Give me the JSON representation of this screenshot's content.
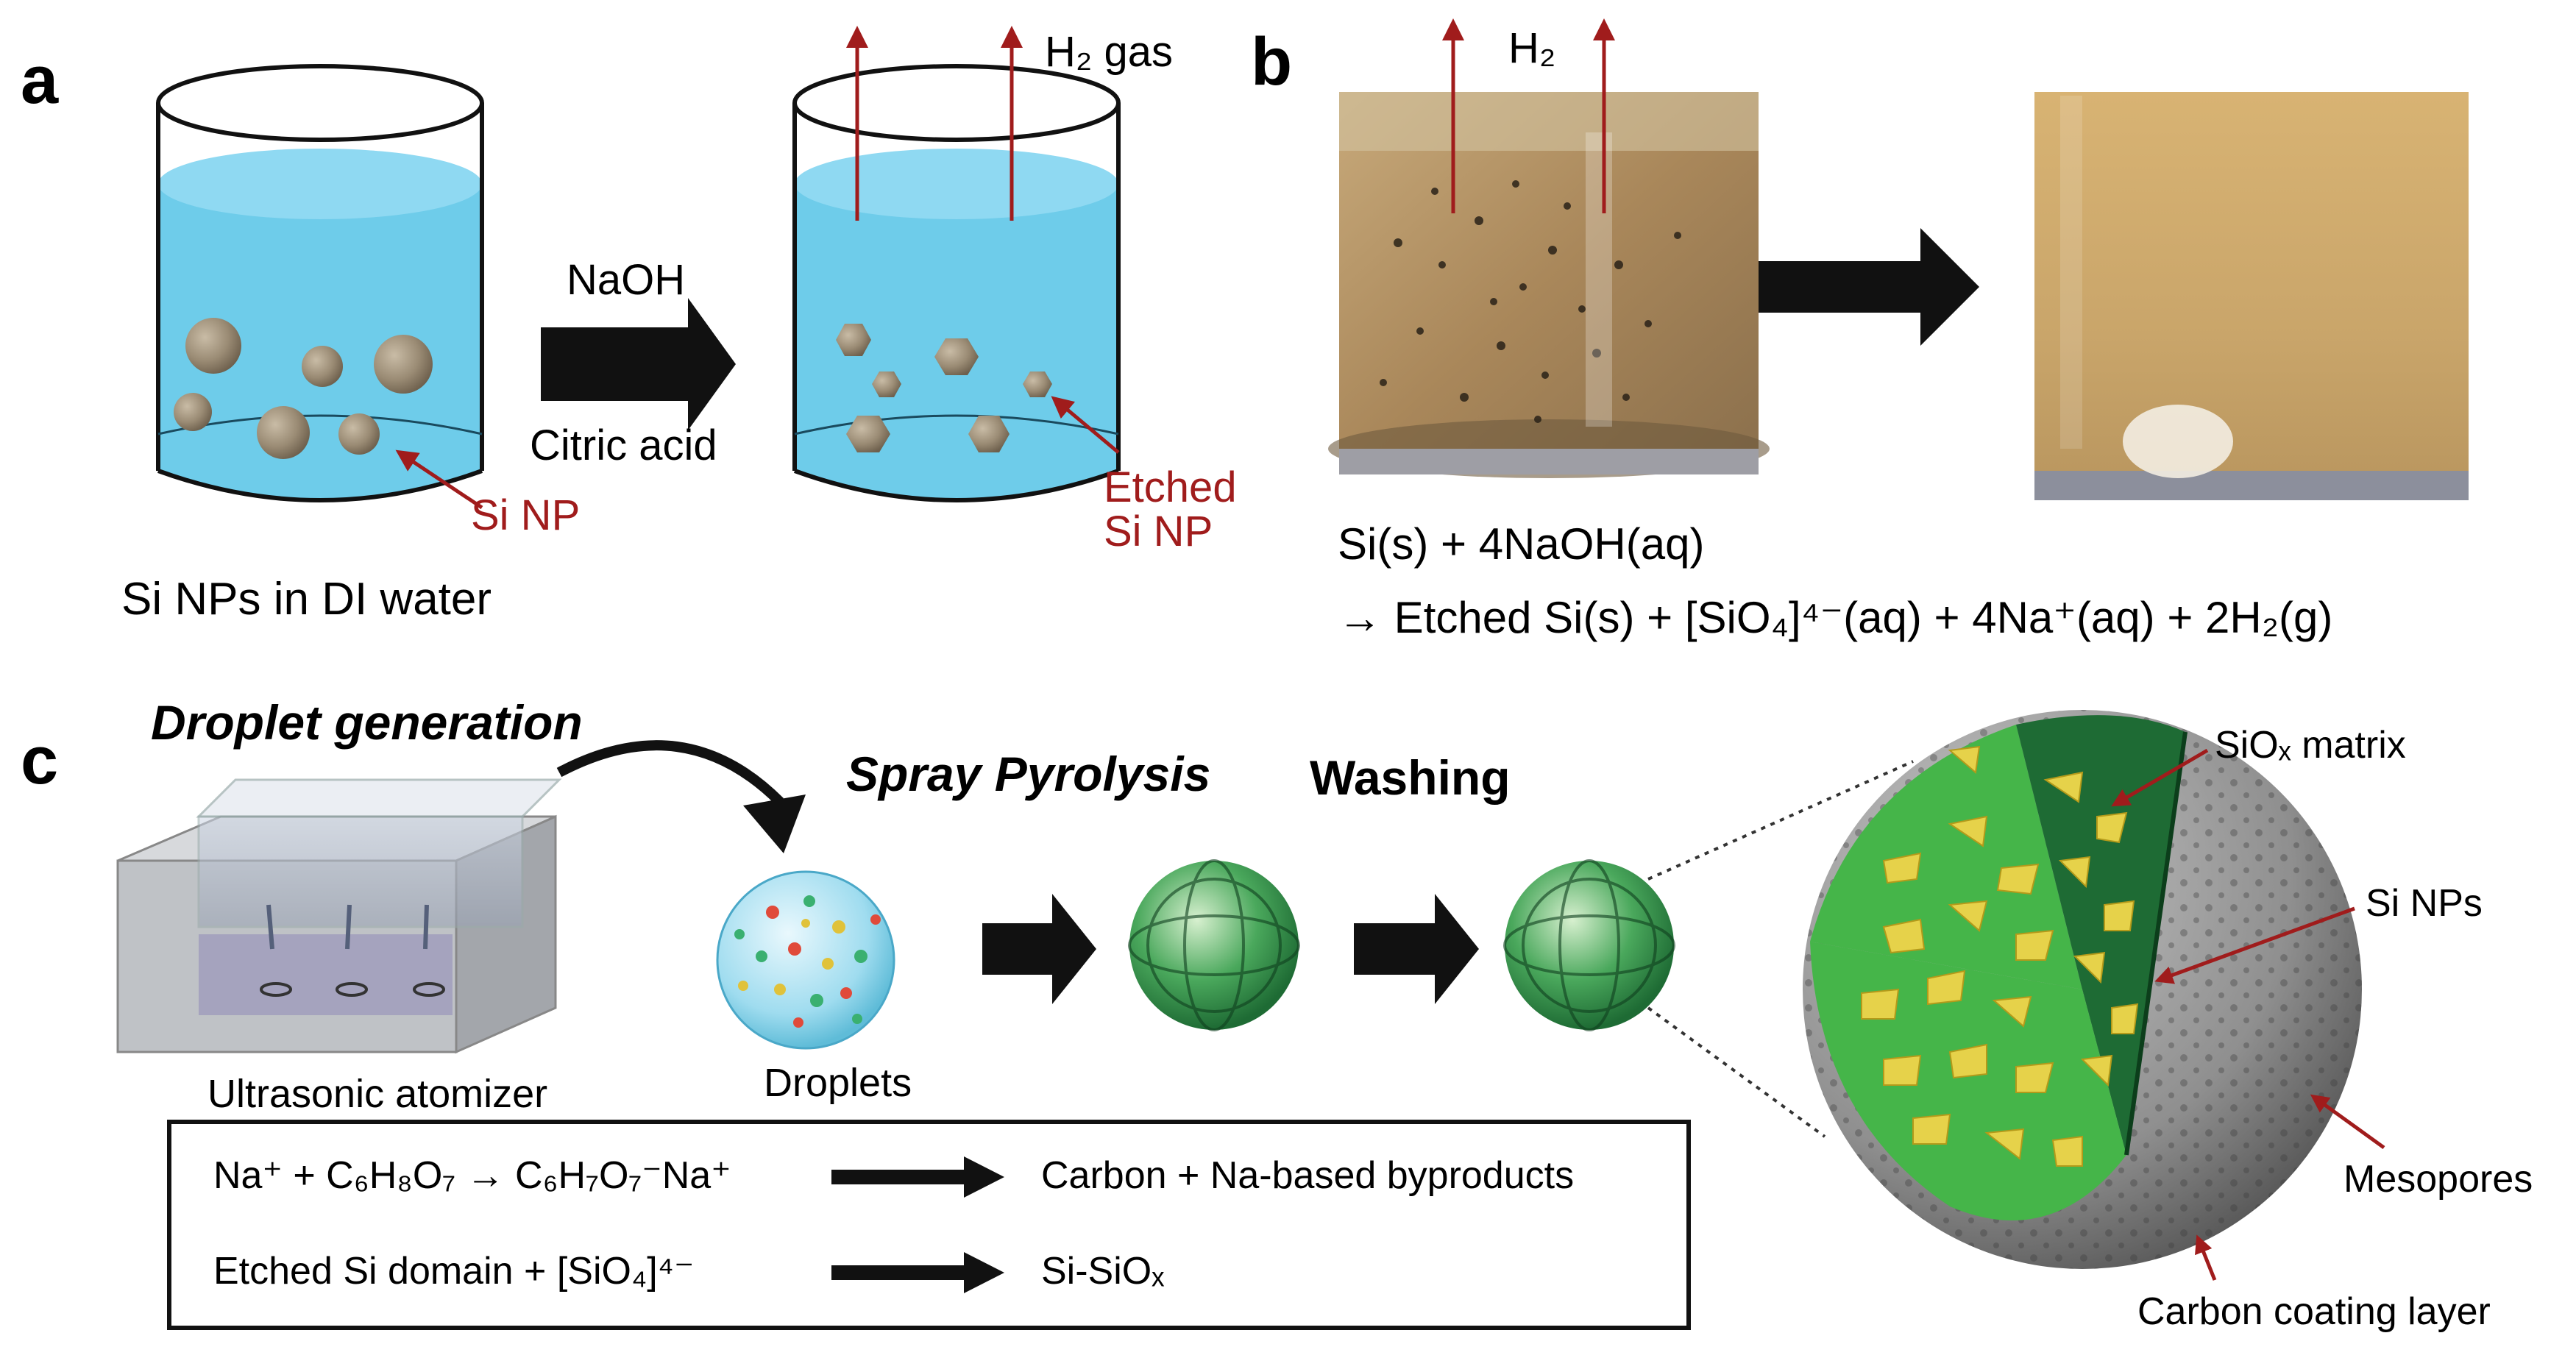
{
  "panels": {
    "a": {
      "letter": "a",
      "arrow_top_label": "NaOH",
      "arrow_bottom_label": "Citric acid",
      "gas_label": "H₂ gas",
      "si_np_label": "Si NP",
      "etched_label_line1": "Etched",
      "etched_label_line2": "Si NP",
      "caption": "Si NPs in DI water"
    },
    "b": {
      "letter": "b",
      "gas_label": "H₂",
      "equation_line1": "Si(s)  +  4NaOH(aq)",
      "equation_line2": "→  Etched Si(s)  +  [SiO₄]⁴⁻(aq)  +  4Na⁺(aq)  +  2H₂(g)"
    },
    "c": {
      "letter": "c",
      "droplet_generation": "Droplet generation",
      "spray_pyrolysis": "Spray Pyrolysis",
      "washing": "Washing",
      "atomizer_label": "Ultrasonic atomizer",
      "droplets_label": "Droplets",
      "siox_matrix_label": "SiOₓ matrix",
      "si_nps_label": "Si NPs",
      "mesopores_label": "Mesopores",
      "carbon_layer_label": "Carbon coating layer",
      "reaction1_left": "Na⁺ + C₆H₈O₇ → C₆H₇O₇⁻Na⁺",
      "reaction1_right": "Carbon + Na-based byproducts",
      "reaction2_left": "Etched Si domain + [SiO₄]⁴⁻",
      "reaction2_right": "Si-SiOₓ"
    }
  },
  "colors": {
    "water": "#5ec6e8",
    "water_top": "#8fd9f2",
    "particle": "#9a8b74",
    "dark_red": "#a01c1c",
    "green": "#35a545",
    "dark_green": "#1e6b34",
    "gray_shell": "#8f8f8f",
    "yellow": "#e6d24a",
    "photo_tan": "#b89868"
  }
}
